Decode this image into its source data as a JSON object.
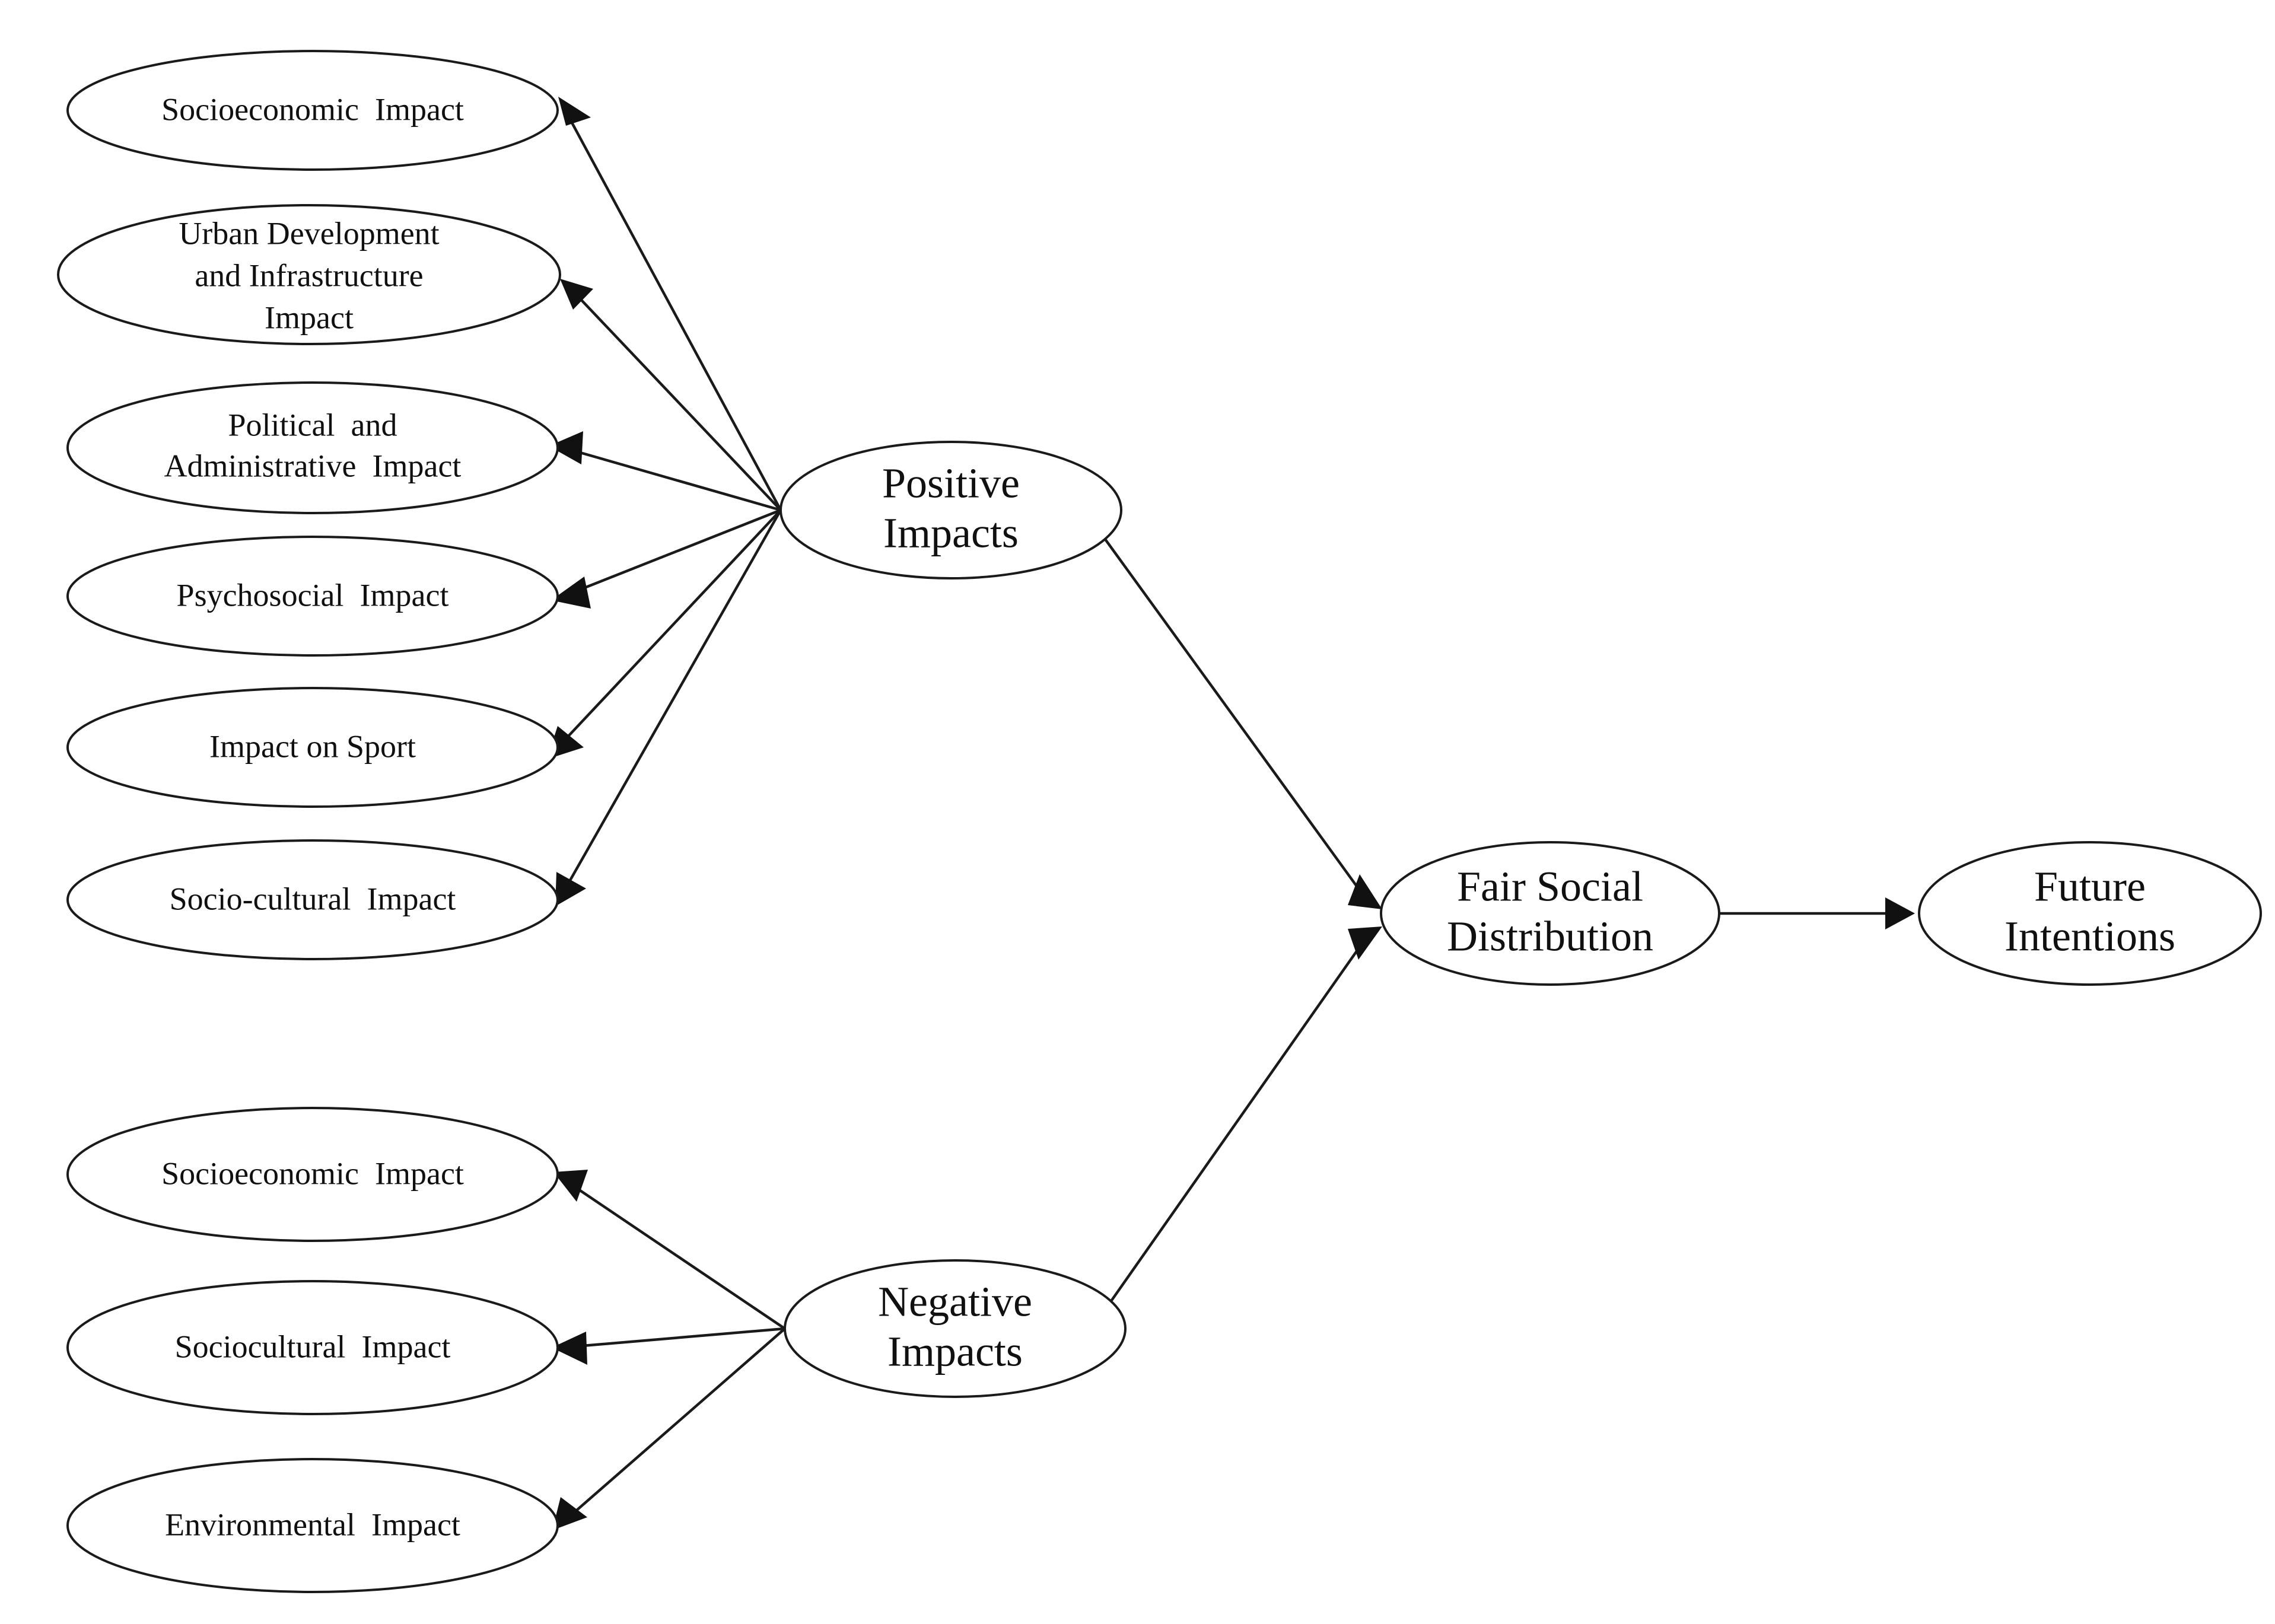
{
  "diagram": {
    "type": "path-model-diagram",
    "background_color": "#ffffff",
    "stroke_color": "#1a1a1a",
    "nodes": {
      "positive_indicators": [
        {
          "id": "pos-socioeconomic",
          "lines": [
            "Socioeconomic  Impact"
          ]
        },
        {
          "id": "pos-urban-development",
          "lines": [
            "Urban Development",
            "and Infrastructure",
            "Impact"
          ]
        },
        {
          "id": "pos-political",
          "lines": [
            "Political  and",
            "Administrative  Impact"
          ]
        },
        {
          "id": "pos-psychosocial",
          "lines": [
            "Psychosocial  Impact"
          ]
        },
        {
          "id": "pos-sport",
          "lines": [
            "Impact on Sport"
          ]
        },
        {
          "id": "pos-socio-cultural",
          "lines": [
            "Socio-cultural  Impact"
          ]
        }
      ],
      "negative_indicators": [
        {
          "id": "neg-socioeconomic",
          "lines": [
            "Socioeconomic  Impact"
          ]
        },
        {
          "id": "neg-sociocultural",
          "lines": [
            "Sociocultural  Impact"
          ]
        },
        {
          "id": "neg-environmental",
          "lines": [
            "Environmental  Impact"
          ]
        }
      ],
      "constructs": [
        {
          "id": "positive-impacts",
          "lines": [
            "Positive",
            "Impacts"
          ]
        },
        {
          "id": "negative-impacts",
          "lines": [
            "Negative",
            "Impacts"
          ]
        },
        {
          "id": "fair-social-distribution",
          "lines": [
            "Fair Social",
            "Distribution"
          ]
        },
        {
          "id": "future-intentions",
          "lines": [
            "Future",
            "Intentions"
          ]
        }
      ]
    },
    "edges": [
      {
        "from": "positive-impacts",
        "to": "pos-socioeconomic"
      },
      {
        "from": "positive-impacts",
        "to": "pos-urban-development"
      },
      {
        "from": "positive-impacts",
        "to": "pos-political"
      },
      {
        "from": "positive-impacts",
        "to": "pos-psychosocial"
      },
      {
        "from": "positive-impacts",
        "to": "pos-sport"
      },
      {
        "from": "positive-impacts",
        "to": "pos-socio-cultural"
      },
      {
        "from": "negative-impacts",
        "to": "neg-socioeconomic"
      },
      {
        "from": "negative-impacts",
        "to": "neg-sociocultural"
      },
      {
        "from": "negative-impacts",
        "to": "neg-environmental"
      },
      {
        "from": "positive-impacts",
        "to": "fair-social-distribution"
      },
      {
        "from": "negative-impacts",
        "to": "fair-social-distribution"
      },
      {
        "from": "fair-social-distribution",
        "to": "future-intentions"
      }
    ]
  }
}
